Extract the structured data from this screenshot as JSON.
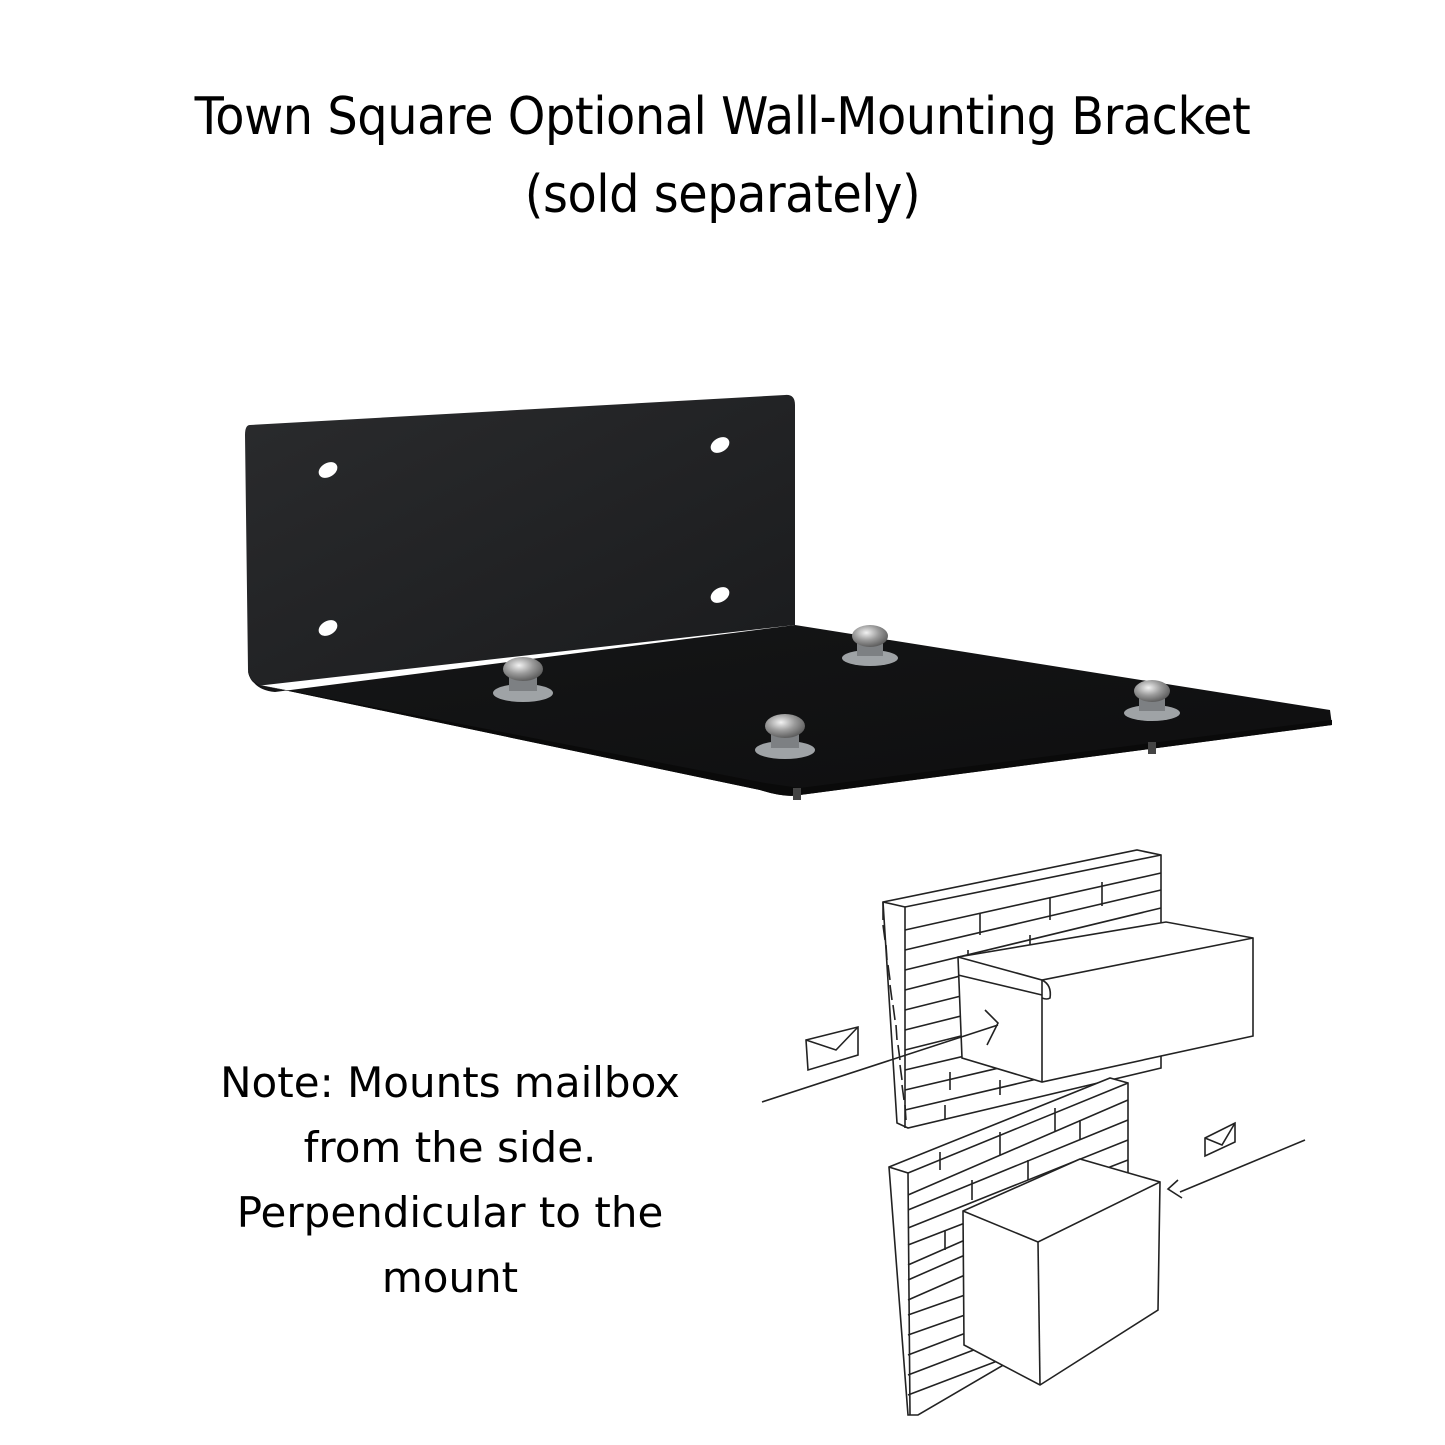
{
  "title": {
    "line1": "Town Square Optional Wall-Mounting Bracket",
    "line2": "(sold separately)"
  },
  "product_image": {
    "subject": "black L-shaped wall-mounting bracket with four stainless steel screws",
    "color": "#1c1d1f",
    "wall_plate_holes": 4,
    "screws": 4
  },
  "note": {
    "line1": "Note: Mounts mailbox",
    "line2": "from the side.",
    "line3": "Perpendicular to the",
    "line4": "mount"
  },
  "diagram": {
    "subject": "line drawing of mailbox mounted on brick wall, side entry, with envelope arrows",
    "panels": 2,
    "icons": [
      "envelope-icon",
      "arrow-icon"
    ]
  }
}
